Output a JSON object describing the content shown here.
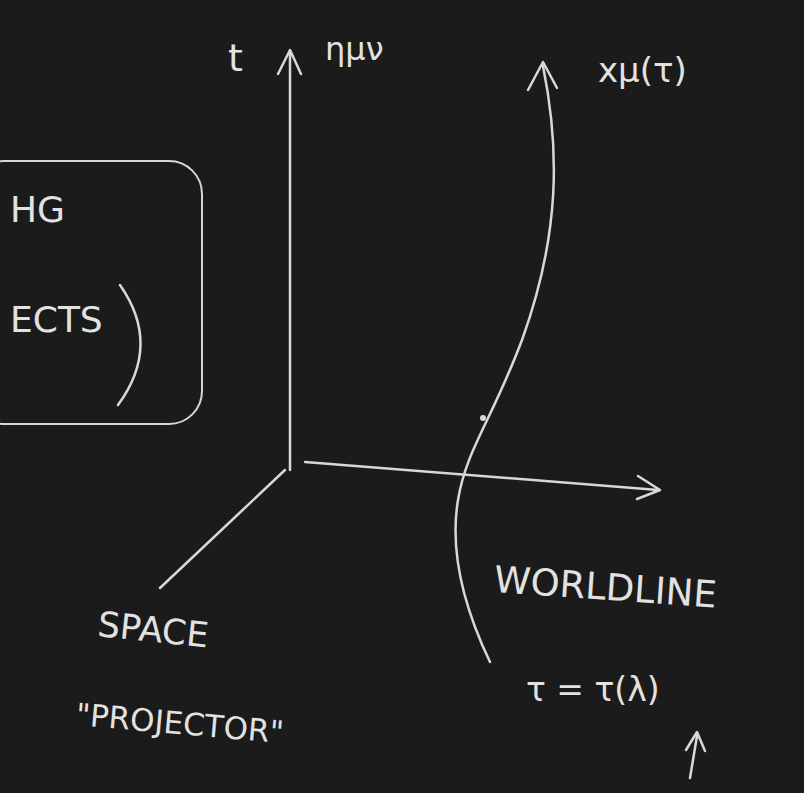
{
  "diagram": {
    "nodes": [
      {
        "text": [
          "HG",
          "ECTS"
        ]
      }
    ],
    "labels": [
      "t",
      "ημν",
      "xμ(τ)",
      "WORLDLINE",
      "SPACE",
      "\"PROJECTOR\"",
      "τ = τ(λ)"
    ]
  }
}
